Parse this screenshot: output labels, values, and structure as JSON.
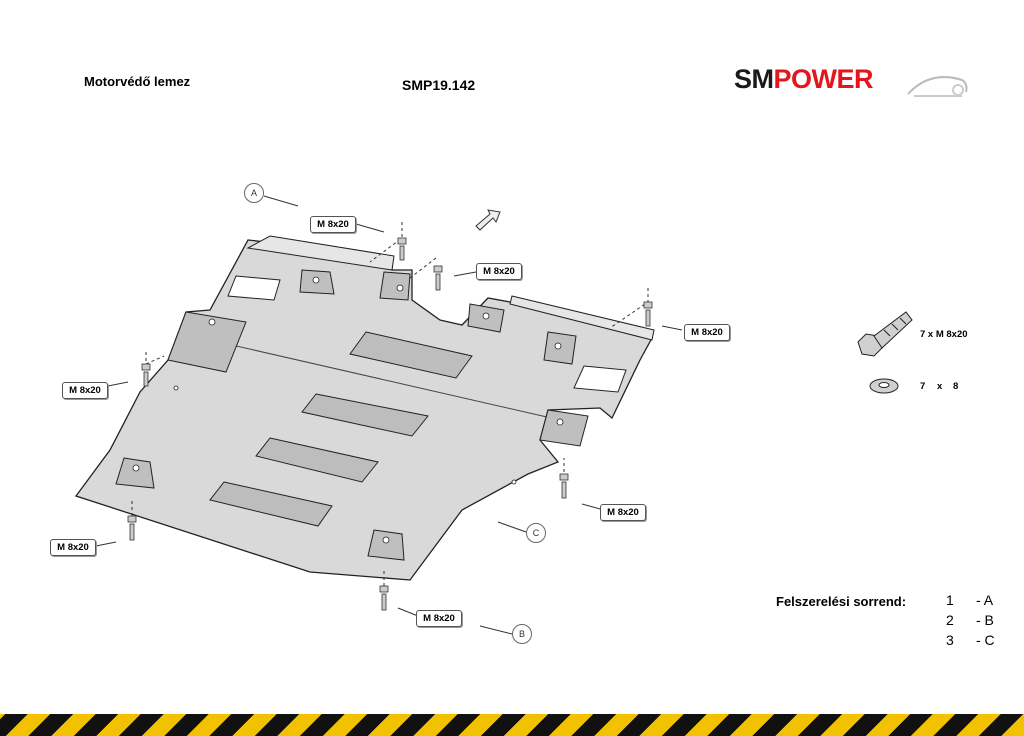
{
  "header": {
    "title": "Motorvédő lemez",
    "code": "SMP19.142",
    "logo_sm": "SM",
    "logo_power": "POWER"
  },
  "callouts": {
    "bolt_label": "M 8x20",
    "marker_a": "A",
    "marker_b": "B",
    "marker_c": "C"
  },
  "hardware": {
    "bolt": "7 x M 8x20",
    "washer_qty": "7",
    "washer_x": "x",
    "washer_size": "8"
  },
  "installation_order": {
    "label": "Felszerelési sorrend:",
    "steps": [
      {
        "num": "1",
        "step": "- A"
      },
      {
        "num": "2",
        "step": "- B"
      },
      {
        "num": "3",
        "step": "- C"
      }
    ]
  },
  "colors": {
    "plate_fill": "#d9d9d9",
    "plate_stroke": "#222222",
    "brand_red": "#e3161e",
    "hazard_yellow": "#f2c200"
  }
}
